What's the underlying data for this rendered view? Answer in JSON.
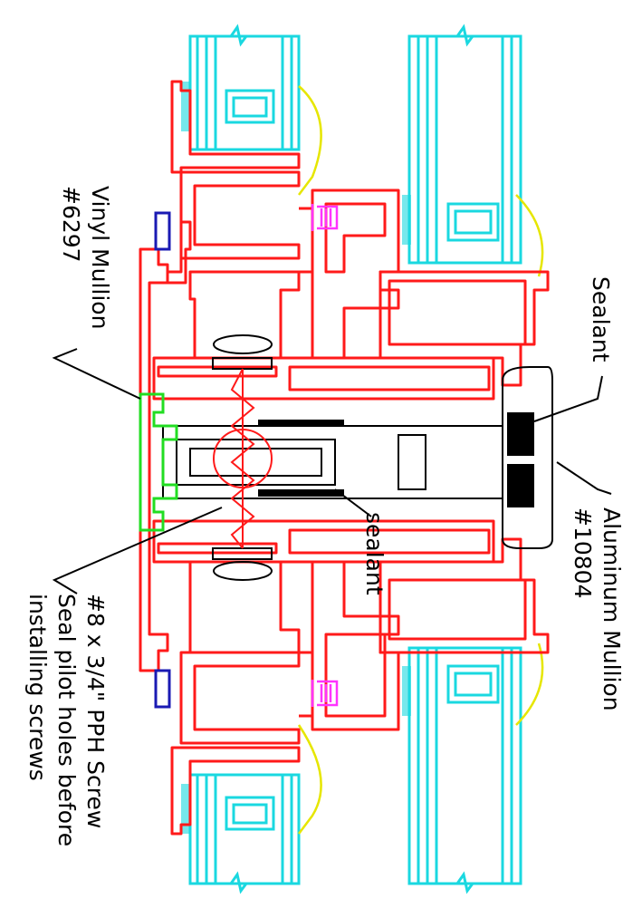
{
  "labels": {
    "vinyl_line1": "Vinyl Mullion",
    "vinyl_line2": "#6297",
    "screw_line1": "#8 x 3/4\" PPH Screw",
    "screw_line2": "Seal pilot holes before",
    "screw_line3": "installing screws",
    "sealant_top": "Sealant",
    "sealant_mid": "sealant",
    "alum_line1": "Aluminum Mullion",
    "alum_line2": "#10804"
  },
  "colors": {
    "vinyl_frame": "#ff1a1a",
    "glazing": "#1ad8e0",
    "weatherstrip": "#e6e600",
    "vinyl_insert": "#22dd22",
    "screw": "#ff1a1a",
    "setting_block": "#ff33ff",
    "seal_block": "#1a1ab3",
    "sealant": "#000000"
  }
}
